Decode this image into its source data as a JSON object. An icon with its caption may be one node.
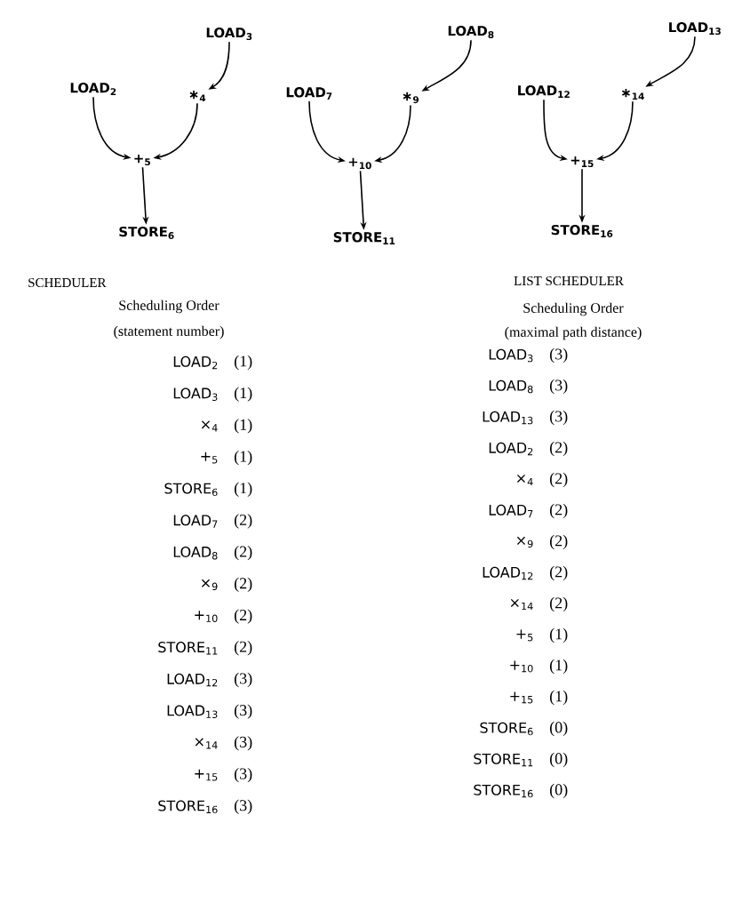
{
  "diagram": {
    "nodes": [
      {
        "text": [
          "LOAD$_{2}$"
        ]
      },
      {
        "text": [
          "LOAD$_{3}$"
        ]
      },
      {
        "text": [
          "∗$_{4}$"
        ]
      },
      {
        "text": [
          "+$_{5}$"
        ]
      },
      {
        "text": [
          "STORE$_{6}$"
        ]
      },
      {
        "text": [
          "LOAD$_{7}$"
        ]
      },
      {
        "text": [
          "LOAD$_{8}$"
        ]
      },
      {
        "text": [
          "∗$_{9}$"
        ]
      },
      {
        "text": [
          "+$_{10}$"
        ]
      },
      {
        "text": [
          "STORE$_{11}$"
        ]
      },
      {
        "text": [
          "LOAD$_{12}$"
        ]
      },
      {
        "text": [
          "LOAD$_{13}$"
        ]
      },
      {
        "text": [
          "∗$_{14}$"
        ]
      },
      {
        "text": [
          "+$_{15}$"
        ]
      },
      {
        "text": [
          "STORE$_{16}$"
        ]
      }
    ],
    "edges": [
      {
        "from": 1,
        "to": 2,
        "arrow": "to"
      },
      {
        "from": 0,
        "to": 3,
        "arrow": "to"
      },
      {
        "from": 2,
        "to": 3,
        "arrow": "to"
      },
      {
        "from": 3,
        "to": 4,
        "arrow": "to"
      },
      {
        "from": 6,
        "to": 7,
        "arrow": "to"
      },
      {
        "from": 5,
        "to": 8,
        "arrow": "to"
      },
      {
        "from": 7,
        "to": 8,
        "arrow": "to"
      },
      {
        "from": 8,
        "to": 9,
        "arrow": "to"
      },
      {
        "from": 11,
        "to": 12,
        "arrow": "to"
      },
      {
        "from": 10,
        "to": 13,
        "arrow": "to"
      },
      {
        "from": 12,
        "to": 13,
        "arrow": "to"
      },
      {
        "from": 13,
        "to": 14,
        "arrow": "to"
      }
    ],
    "labels": [
      "SCHEDULER",
      "Scheduling Order",
      "(statement number)",
      "LOAD$_{2}$",
      "(1)",
      "LOAD$_{3}$",
      "(1)",
      "×$_{4}$",
      "(1)",
      "+$_{5}$",
      "(1)",
      "STORE$_{6}$",
      "(1)",
      "LOAD$_{7}$",
      "(2)",
      "LOAD$_{8}$",
      "(2)",
      "×$_{9}$",
      "(2)",
      "+$_{10}$",
      "(2)",
      "STORE$_{11}$",
      "(2)",
      "LOAD$_{12}$",
      "(3)",
      "LOAD$_{13}$",
      "(3)",
      "×$_{14}$",
      "(3)",
      "+$_{15}$",
      "(3)",
      "STORE$_{16}$",
      "(3)",
      "LIST SCHEDULER",
      "Scheduling Order",
      "(maximal path distance)",
      "LOAD$_{3}$",
      "(3)",
      "LOAD$_{8}$",
      "(3)",
      "LOAD$_{13}$",
      "(3)",
      "LOAD$_{2}$",
      "(2)",
      "×$_{4}$",
      "(2)",
      "LOAD$_{7}$",
      "(2)",
      "×$_{9}$",
      "(2)",
      "LOAD$_{12}$",
      "(2)",
      "×$_{14}$",
      "(2)",
      "+$_{5}$",
      "(1)",
      "+$_{10}$",
      "(1)",
      "+$_{15}$",
      "(1)",
      "STORE$_{6}$",
      "(0)",
      "STORE$_{11}$",
      "(0)",
      "STORE$_{16}$",
      "(0)"
    ]
  }
}
